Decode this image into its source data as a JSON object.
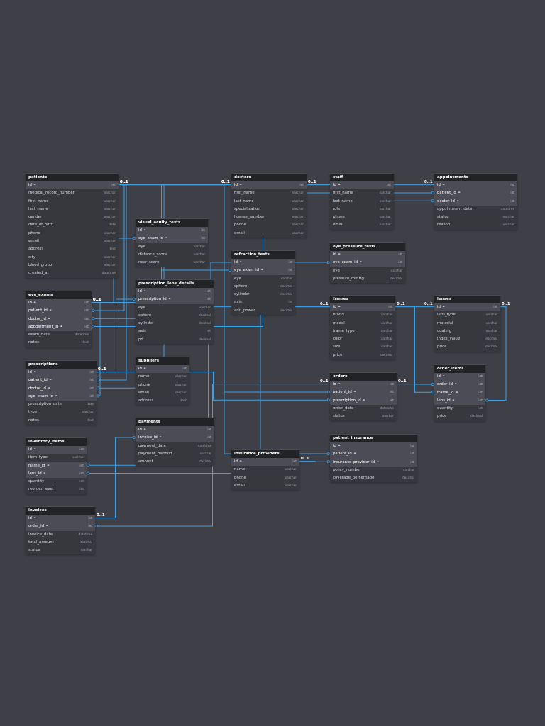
{
  "tables": [
    {
      "id": "patients",
      "name": "patients",
      "cols": [
        {
          "name": "id",
          "type": "int",
          "pk": true
        },
        {
          "name": "medical_record_number",
          "type": "varchar"
        },
        {
          "name": "first_name",
          "type": "varchar"
        },
        {
          "name": "last_name",
          "type": "varchar"
        },
        {
          "name": "gender",
          "type": "varchar"
        },
        {
          "name": "date_of_birth",
          "type": "date"
        },
        {
          "name": "phone",
          "type": "varchar"
        },
        {
          "name": "email",
          "type": "varchar"
        },
        {
          "name": "address",
          "type": "text"
        },
        {
          "name": "city",
          "type": "varchar"
        },
        {
          "name": "blood_group",
          "type": "varchar"
        },
        {
          "name": "created_at",
          "type": "datetime"
        }
      ]
    },
    {
      "id": "doctors",
      "name": "doctors",
      "cols": [
        {
          "name": "id",
          "type": "int",
          "pk": true
        },
        {
          "name": "first_name",
          "type": "varchar"
        },
        {
          "name": "last_name",
          "type": "varchar"
        },
        {
          "name": "specialization",
          "type": "varchar"
        },
        {
          "name": "license_number",
          "type": "varchar"
        },
        {
          "name": "phone",
          "type": "varchar"
        },
        {
          "name": "email",
          "type": "varchar"
        }
      ]
    },
    {
      "id": "staff",
      "name": "staff",
      "cols": [
        {
          "name": "id",
          "type": "int",
          "pk": true
        },
        {
          "name": "first_name",
          "type": "varchar"
        },
        {
          "name": "last_name",
          "type": "varchar"
        },
        {
          "name": "role",
          "type": "varchar"
        },
        {
          "name": "phone",
          "type": "varchar"
        },
        {
          "name": "email",
          "type": "varchar"
        }
      ]
    },
    {
      "id": "appointments",
      "name": "appointments",
      "cols": [
        {
          "name": "id",
          "type": "int",
          "pk": true
        },
        {
          "name": "patient_id",
          "type": "int",
          "fk": true
        },
        {
          "name": "doctor_id",
          "type": "int",
          "fk": true
        },
        {
          "name": "appointment_date",
          "type": "datetime"
        },
        {
          "name": "status",
          "type": "varchar"
        },
        {
          "name": "reason",
          "type": "varchar"
        }
      ]
    },
    {
      "id": "visual_acuity_tests",
      "name": "visual_acuity_tests",
      "cols": [
        {
          "name": "id",
          "type": "int",
          "pk": true
        },
        {
          "name": "eye_exam_id",
          "type": "int",
          "fk": true
        },
        {
          "name": "eye",
          "type": "varchar"
        },
        {
          "name": "distance_score",
          "type": "varchar"
        },
        {
          "name": "near_score",
          "type": "varchar"
        }
      ]
    },
    {
      "id": "refraction_tests",
      "name": "refraction_tests",
      "cols": [
        {
          "name": "id",
          "type": "int",
          "pk": true
        },
        {
          "name": "eye_exam_id",
          "type": "int",
          "fk": true
        },
        {
          "name": "eye",
          "type": "varchar"
        },
        {
          "name": "sphere",
          "type": "decimal"
        },
        {
          "name": "cylinder",
          "type": "decimal"
        },
        {
          "name": "axis",
          "type": "int"
        },
        {
          "name": "add_power",
          "type": "decimal"
        }
      ]
    },
    {
      "id": "eye_pressure_tests",
      "name": "eye_pressure_tests",
      "cols": [
        {
          "name": "id",
          "type": "int",
          "pk": true
        },
        {
          "name": "eye_exam_id",
          "type": "int",
          "fk": true
        },
        {
          "name": "eye",
          "type": "varchar"
        },
        {
          "name": "pressure_mmHg",
          "type": "decimal"
        }
      ]
    },
    {
      "id": "prescription_lens_details",
      "name": "prescription_lens_details",
      "cols": [
        {
          "name": "id",
          "type": "int",
          "pk": true
        },
        {
          "name": "prescription_id",
          "type": "int",
          "fk": true
        },
        {
          "name": "eye",
          "type": "varchar"
        },
        {
          "name": "sphere",
          "type": "decimal"
        },
        {
          "name": "cylinder",
          "type": "decimal"
        },
        {
          "name": "axis",
          "type": "int"
        },
        {
          "name": "pd",
          "type": "decimal"
        }
      ]
    },
    {
      "id": "eye_exams",
      "name": "eye_exams",
      "cols": [
        {
          "name": "id",
          "type": "int",
          "pk": true
        },
        {
          "name": "patient_id",
          "type": "int",
          "fk": true
        },
        {
          "name": "doctor_id",
          "type": "int",
          "fk": true
        },
        {
          "name": "appointment_id",
          "type": "int",
          "fk": true
        },
        {
          "name": "exam_date",
          "type": "datetime"
        },
        {
          "name": "notes",
          "type": "text"
        }
      ]
    },
    {
      "id": "frames",
      "name": "frames",
      "cols": [
        {
          "name": "id",
          "type": "int",
          "pk": true
        },
        {
          "name": "brand",
          "type": "varchar"
        },
        {
          "name": "model",
          "type": "varchar"
        },
        {
          "name": "frame_type",
          "type": "varchar"
        },
        {
          "name": "color",
          "type": "varchar"
        },
        {
          "name": "size",
          "type": "varchar"
        },
        {
          "name": "price",
          "type": "decimal"
        }
      ]
    },
    {
      "id": "lenses",
      "name": "lenses",
      "cols": [
        {
          "name": "id",
          "type": "int",
          "pk": true
        },
        {
          "name": "lens_type",
          "type": "varchar"
        },
        {
          "name": "material",
          "type": "varchar"
        },
        {
          "name": "coating",
          "type": "varchar"
        },
        {
          "name": "index_value",
          "type": "decimal"
        },
        {
          "name": "price",
          "type": "decimal"
        }
      ]
    },
    {
      "id": "prescriptions",
      "name": "prescriptions",
      "cols": [
        {
          "name": "id",
          "type": "int",
          "pk": true
        },
        {
          "name": "patient_id",
          "type": "int",
          "fk": true
        },
        {
          "name": "doctor_id",
          "type": "int",
          "fk": true
        },
        {
          "name": "eye_exam_id",
          "type": "int",
          "fk": true
        },
        {
          "name": "prescription_date",
          "type": "date"
        },
        {
          "name": "type",
          "type": "varchar"
        },
        {
          "name": "notes",
          "type": "text"
        }
      ]
    },
    {
      "id": "suppliers",
      "name": "suppliers",
      "cols": [
        {
          "name": "id",
          "type": "int",
          "pk": true
        },
        {
          "name": "name",
          "type": "varchar"
        },
        {
          "name": "phone",
          "type": "varchar"
        },
        {
          "name": "email",
          "type": "varchar"
        },
        {
          "name": "address",
          "type": "text"
        }
      ]
    },
    {
      "id": "order_items",
      "name": "order_items",
      "cols": [
        {
          "name": "id",
          "type": "int",
          "pk": true
        },
        {
          "name": "order_id",
          "type": "int",
          "fk": true
        },
        {
          "name": "frame_id",
          "type": "int",
          "fk": true
        },
        {
          "name": "lens_id",
          "type": "int",
          "fk": true
        },
        {
          "name": "quantity",
          "type": "int"
        },
        {
          "name": "price",
          "type": "decimal"
        }
      ]
    },
    {
      "id": "orders",
      "name": "orders",
      "cols": [
        {
          "name": "id",
          "type": "int",
          "pk": true
        },
        {
          "name": "patient_id",
          "type": "int",
          "fk": true
        },
        {
          "name": "prescription_id",
          "type": "int",
          "fk": true
        },
        {
          "name": "order_date",
          "type": "datetime"
        },
        {
          "name": "status",
          "type": "varchar"
        }
      ]
    },
    {
      "id": "payments",
      "name": "payments",
      "cols": [
        {
          "name": "id",
          "type": "int",
          "pk": true
        },
        {
          "name": "invoice_id",
          "type": "int",
          "fk": true
        },
        {
          "name": "payment_date",
          "type": "datetime"
        },
        {
          "name": "payment_method",
          "type": "varchar"
        },
        {
          "name": "amount",
          "type": "decimal"
        }
      ]
    },
    {
      "id": "inventory_items",
      "name": "inventory_items",
      "cols": [
        {
          "name": "id",
          "type": "int",
          "pk": true
        },
        {
          "name": "item_type",
          "type": "varchar"
        },
        {
          "name": "frame_id",
          "type": "int",
          "fk": true
        },
        {
          "name": "lens_id",
          "type": "int",
          "fk": true
        },
        {
          "name": "quantity",
          "type": "int"
        },
        {
          "name": "reorder_level",
          "type": "int"
        }
      ]
    },
    {
      "id": "patient_insurance",
      "name": "patient_insurance",
      "cols": [
        {
          "name": "id",
          "type": "int",
          "pk": true
        },
        {
          "name": "patient_id",
          "type": "int",
          "fk": true
        },
        {
          "name": "insurance_provider_id",
          "type": "int",
          "fk": true
        },
        {
          "name": "policy_number",
          "type": "varchar"
        },
        {
          "name": "coverage_percentage",
          "type": "decimal"
        }
      ]
    },
    {
      "id": "insurance_providers",
      "name": "insurance_providers",
      "cols": [
        {
          "name": "id",
          "type": "int",
          "pk": true
        },
        {
          "name": "name",
          "type": "varchar"
        },
        {
          "name": "phone",
          "type": "varchar"
        },
        {
          "name": "email",
          "type": "varchar"
        }
      ]
    },
    {
      "id": "invoices",
      "name": "invoices",
      "cols": [
        {
          "name": "id",
          "type": "int",
          "pk": true
        },
        {
          "name": "order_id",
          "type": "int",
          "fk": true
        },
        {
          "name": "invoice_date",
          "type": "datetime"
        },
        {
          "name": "total_amount",
          "type": "decimal"
        },
        {
          "name": "status",
          "type": "varchar"
        }
      ]
    }
  ],
  "relations": [
    {
      "from": "patients.id",
      "to": "appointments.patient_id"
    },
    {
      "from": "patients.id",
      "to": "eye_exams.patient_id"
    },
    {
      "from": "patients.id",
      "to": "prescriptions.patient_id"
    },
    {
      "from": "patients.id",
      "to": "orders.patient_id"
    },
    {
      "from": "patients.id",
      "to": "patient_insurance.patient_id"
    },
    {
      "from": "doctors.id",
      "to": "appointments.doctor_id"
    },
    {
      "from": "doctors.id",
      "to": "eye_exams.doctor_id"
    },
    {
      "from": "doctors.id",
      "to": "prescriptions.doctor_id"
    },
    {
      "from": "appointments.id",
      "to": "eye_exams.appointment_id"
    },
    {
      "from": "eye_exams.id",
      "to": "visual_acuity_tests.eye_exam_id"
    },
    {
      "from": "eye_exams.id",
      "to": "refraction_tests.eye_exam_id"
    },
    {
      "from": "eye_exams.id",
      "to": "eye_pressure_tests.eye_exam_id"
    },
    {
      "from": "eye_exams.id",
      "to": "prescriptions.eye_exam_id"
    },
    {
      "from": "prescriptions.id",
      "to": "prescription_lens_details.prescription_id"
    },
    {
      "from": "prescriptions.id",
      "to": "orders.prescription_id"
    },
    {
      "from": "orders.id",
      "to": "order_items.order_id"
    },
    {
      "from": "orders.id",
      "to": "invoices.order_id"
    },
    {
      "from": "frames.id",
      "to": "order_items.frame_id"
    },
    {
      "from": "frames.id",
      "to": "inventory_items.frame_id"
    },
    {
      "from": "lenses.id",
      "to": "order_items.lens_id"
    },
    {
      "from": "lenses.id",
      "to": "inventory_items.lens_id"
    },
    {
      "from": "invoices.id",
      "to": "payments.invoice_id"
    },
    {
      "from": "insurance_providers.id",
      "to": "patient_insurance.insurance_provider_id"
    }
  ],
  "cardinality_label": "0..1",
  "colors": {
    "background": "#3f4047",
    "header": "#222327",
    "body": "#37383e",
    "key_row": "#4b4c55",
    "relation_line": "#3aa0e8"
  }
}
